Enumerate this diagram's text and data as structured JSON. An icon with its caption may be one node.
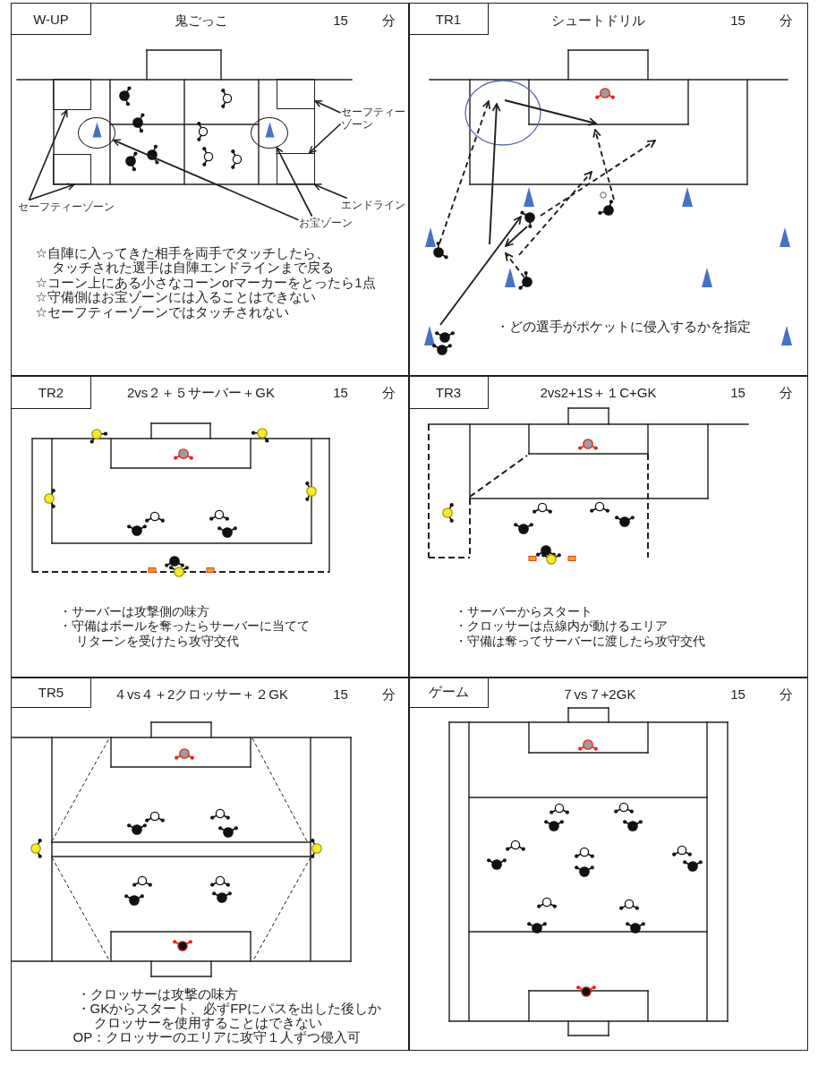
{
  "diagram": {
    "nodes": [
      {
        "text": [
          "鬼ごっこ",
          "15",
          "分",
          "☆自陣に入ってきた相手を両手でタッチしたら、タッチされた選手は自陣エンドラインまで戻る",
          "☆コーン上にある小さなコーンorマーカーをとったら1点",
          "☆守備側はお宝ゾーンには入ることはできない",
          "☆セーフティーゾーンではタッチされない"
        ]
      },
      {
        "text": [
          "W-UP"
        ],
        "in": 0
      },
      {
        "text": [],
        "shape": "box",
        "in": 0
      },
      {
        "text": [],
        "shape": "box",
        "in": 0
      },
      {
        "text": [],
        "shape": "line",
        "in": 0
      },
      {
        "text": [
          "セーフティーゾーン"
        ],
        "in": 0
      },
      {
        "text": [],
        "shape": "ellipse",
        "in": 0
      },
      {
        "text": [],
        "shape": "ellipse",
        "in": 0
      },
      {
        "text": [],
        "shape": "box",
        "in": 0
      },
      {
        "text": [],
        "shape": "box",
        "in": 0
      },
      {
        "text": [
          "セーフティーゾーン"
        ],
        "in": 0
      },
      {
        "text": [
          "エンドライン"
        ],
        "in": 0
      },
      {
        "text": [
          "お宝ゾーン"
        ],
        "in": 0
      },
      {
        "text": [
          "シュートドリル",
          "15",
          "分",
          "・どの選手がポケットに侵入するかを指定"
        ]
      },
      {
        "text": [
          "TR1"
        ],
        "in": 13
      },
      {
        "text": [
          "2vs２＋５サーバー＋GK",
          "15",
          "分",
          "・サーバーは攻撃側の味方",
          "・守備はボールを奪ったらサーバーに当ててリターンを受けたら攻守交代"
        ]
      },
      {
        "text": [
          "TR2"
        ],
        "in": 15
      },
      {
        "text": [
          "2vs2+1S＋１C+GK",
          "15",
          "分",
          "・サーバーからスタート",
          "・クロッサーは点線内が動けるエリア",
          "・守備は奪ってサーバーに渡したら攻守交代"
        ]
      },
      {
        "text": [
          "TR3"
        ],
        "in": 17
      },
      {
        "text": [
          "４vs４＋2クロッサー＋２GK",
          "15",
          "分",
          "・クロッサーは攻撃の味方",
          "・GKからスタート、必ずFPにパスを出した後しかクロッサーを使用することはできない",
          "OP：クロッサーのエリアに攻守１人ずつ侵入可"
        ]
      },
      {
        "text": [
          "TR5"
        ],
        "in": 19
      },
      {
        "text": [
          "７vs７+2GK",
          "15",
          "分"
        ]
      },
      {
        "text": [
          "ゲーム"
        ],
        "in": 21
      }
    ],
    "edges": [
      {
        "from": 5,
        "to": 3,
        "arrow": "to"
      },
      {
        "from": 5,
        "to": 9,
        "arrow": "to"
      },
      {
        "from": 10,
        "to": 2,
        "arrow": "to"
      },
      {
        "from": 10,
        "to": 8,
        "arrow": "to"
      },
      {
        "from": 11,
        "to": 4,
        "arrow": "to"
      },
      {
        "from": 12,
        "to": 7,
        "arrow": "to"
      },
      {
        "from": 12,
        "to": 6,
        "arrow": "to"
      }
    ]
  }
}
